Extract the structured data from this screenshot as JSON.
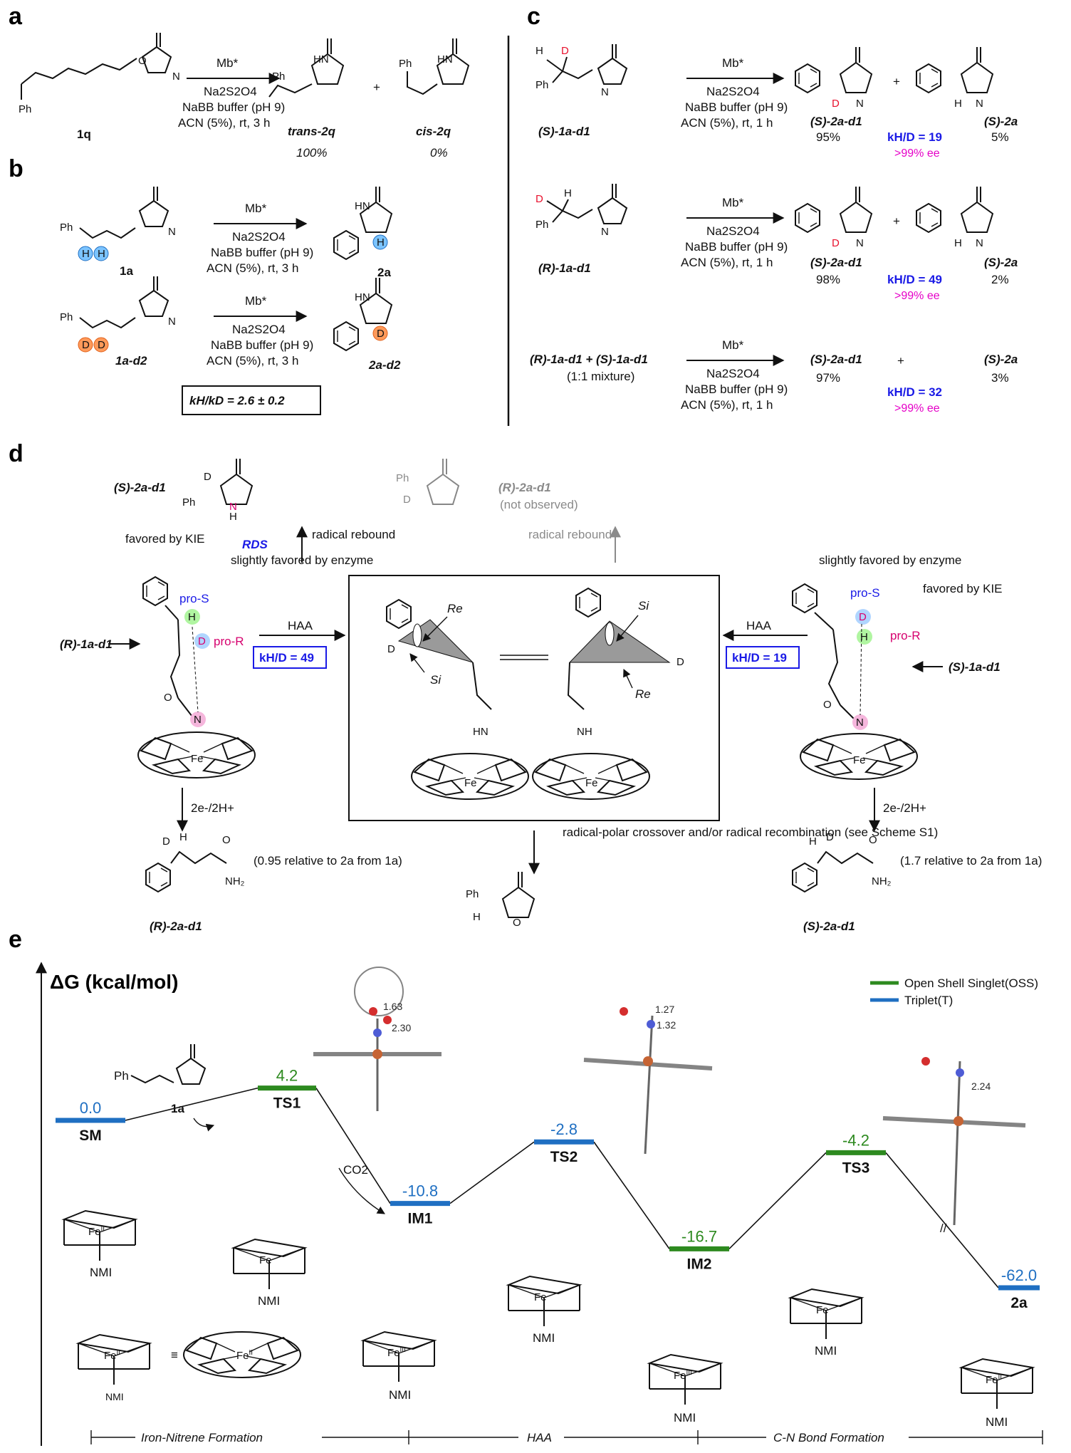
{
  "panels": {
    "a": "a",
    "b": "b",
    "c": "c",
    "d": "d",
    "e": "e"
  },
  "conditions": {
    "enzyme": "Mb*",
    "reductant": "Na2S2O4",
    "buffer": "NaBB buffer (pH 9)",
    "solvent_3h": "ACN (5%), rt, 3 h",
    "solvent_1h": "ACN (5%), rt, 1 h"
  },
  "panel_a": {
    "substrate": "1q",
    "product1": "trans-2q",
    "product2": "cis-2q",
    "yield1": "100%",
    "yield2": "0%",
    "plus": "+"
  },
  "panel_b": {
    "sub1": "1a",
    "prod1": "2a",
    "sub2": "1a-d2",
    "prod2": "2a-d2",
    "kie": "kH/kD = 2.6 ± 0.2"
  },
  "panel_c": {
    "row1": {
      "substrate": "(S)-1a-d1",
      "prod_d": "(S)-2a-d1",
      "prod_h": "(S)-2a",
      "pct_d": "95%",
      "pct_h": "5%",
      "kie": "kH/D = 19",
      "ee": ">99% ee"
    },
    "row2": {
      "substrate": "(R)-1a-d1",
      "prod_d": "(S)-2a-d1",
      "prod_h": "(S)-2a",
      "pct_d": "98%",
      "pct_h": "2%",
      "kie": "kH/D = 49",
      "ee": ">99% ee"
    },
    "row3": {
      "substrate": "(R)-1a-d1 + (S)-1a-d1",
      "note": "(1:1 mixture)",
      "prod_d": "(S)-2a-d1",
      "prod_h": "(S)-2a",
      "pct_d": "97%",
      "pct_h": "3%",
      "kie": "kH/D = 32",
      "ee": ">99% ee"
    }
  },
  "panel_d": {
    "product_s": "(S)-2a-d1",
    "product_r": "(R)-2a-d1",
    "not_observed": "(not observed)",
    "rds": "RDS",
    "rebound": "radical rebound",
    "favored_kie": "favored by KIE",
    "slightly_enzyme": "slightly favored by enzyme",
    "pro_s": "pro-S",
    "pro_r": "pro-R",
    "haa": "HAA",
    "left_sub": "(R)-1a-d1",
    "right_sub": "(S)-1a-d1",
    "kie_left": "kH/D = 49",
    "kie_right": "kH/D = 19",
    "face_re": "Re",
    "face_si": "Si",
    "reduction": "2e-/2H+",
    "left_amide": "(R)-2a-d1",
    "right_amide": "(S)-2a-d1",
    "left_rel": "(0.95 relative to 2a from 1a)",
    "right_rel": "(1.7 relative to 2a from 1a)",
    "crossover": "radical-polar crossover and/or radical recombination (see Scheme S1)"
  },
  "panel_e": {
    "ylabel": "ΔG (kcal/mol)",
    "legend": [
      {
        "name": "Open Shell Singlet(OSS)",
        "color": "#2d8a1f"
      },
      {
        "name": "Triplet(T)",
        "color": "#1f6fc2"
      }
    ],
    "levels": [
      {
        "label": "SM",
        "value": "0.0",
        "state": "T"
      },
      {
        "label": "TS1",
        "value": "4.2",
        "state": "OSS"
      },
      {
        "label": "IM1",
        "value": "-10.8",
        "state": "T"
      },
      {
        "label": "TS2",
        "value": "-2.8",
        "state": "T"
      },
      {
        "label": "IM2",
        "value": "-16.7",
        "state": "OSS"
      },
      {
        "label": "TS3",
        "value": "-4.2",
        "state": "OSS"
      },
      {
        "label": "2a",
        "value": "-62.0",
        "state": "T"
      }
    ],
    "co2": "CO2",
    "sub_label": "1a",
    "nmi": "NMI",
    "distances": [
      "1.63",
      "2.30",
      "1.27",
      "1.32",
      "2.24"
    ],
    "stages": [
      "Iron-Nitrene Formation",
      "HAA",
      "C-N Bond Formation"
    ]
  }
}
